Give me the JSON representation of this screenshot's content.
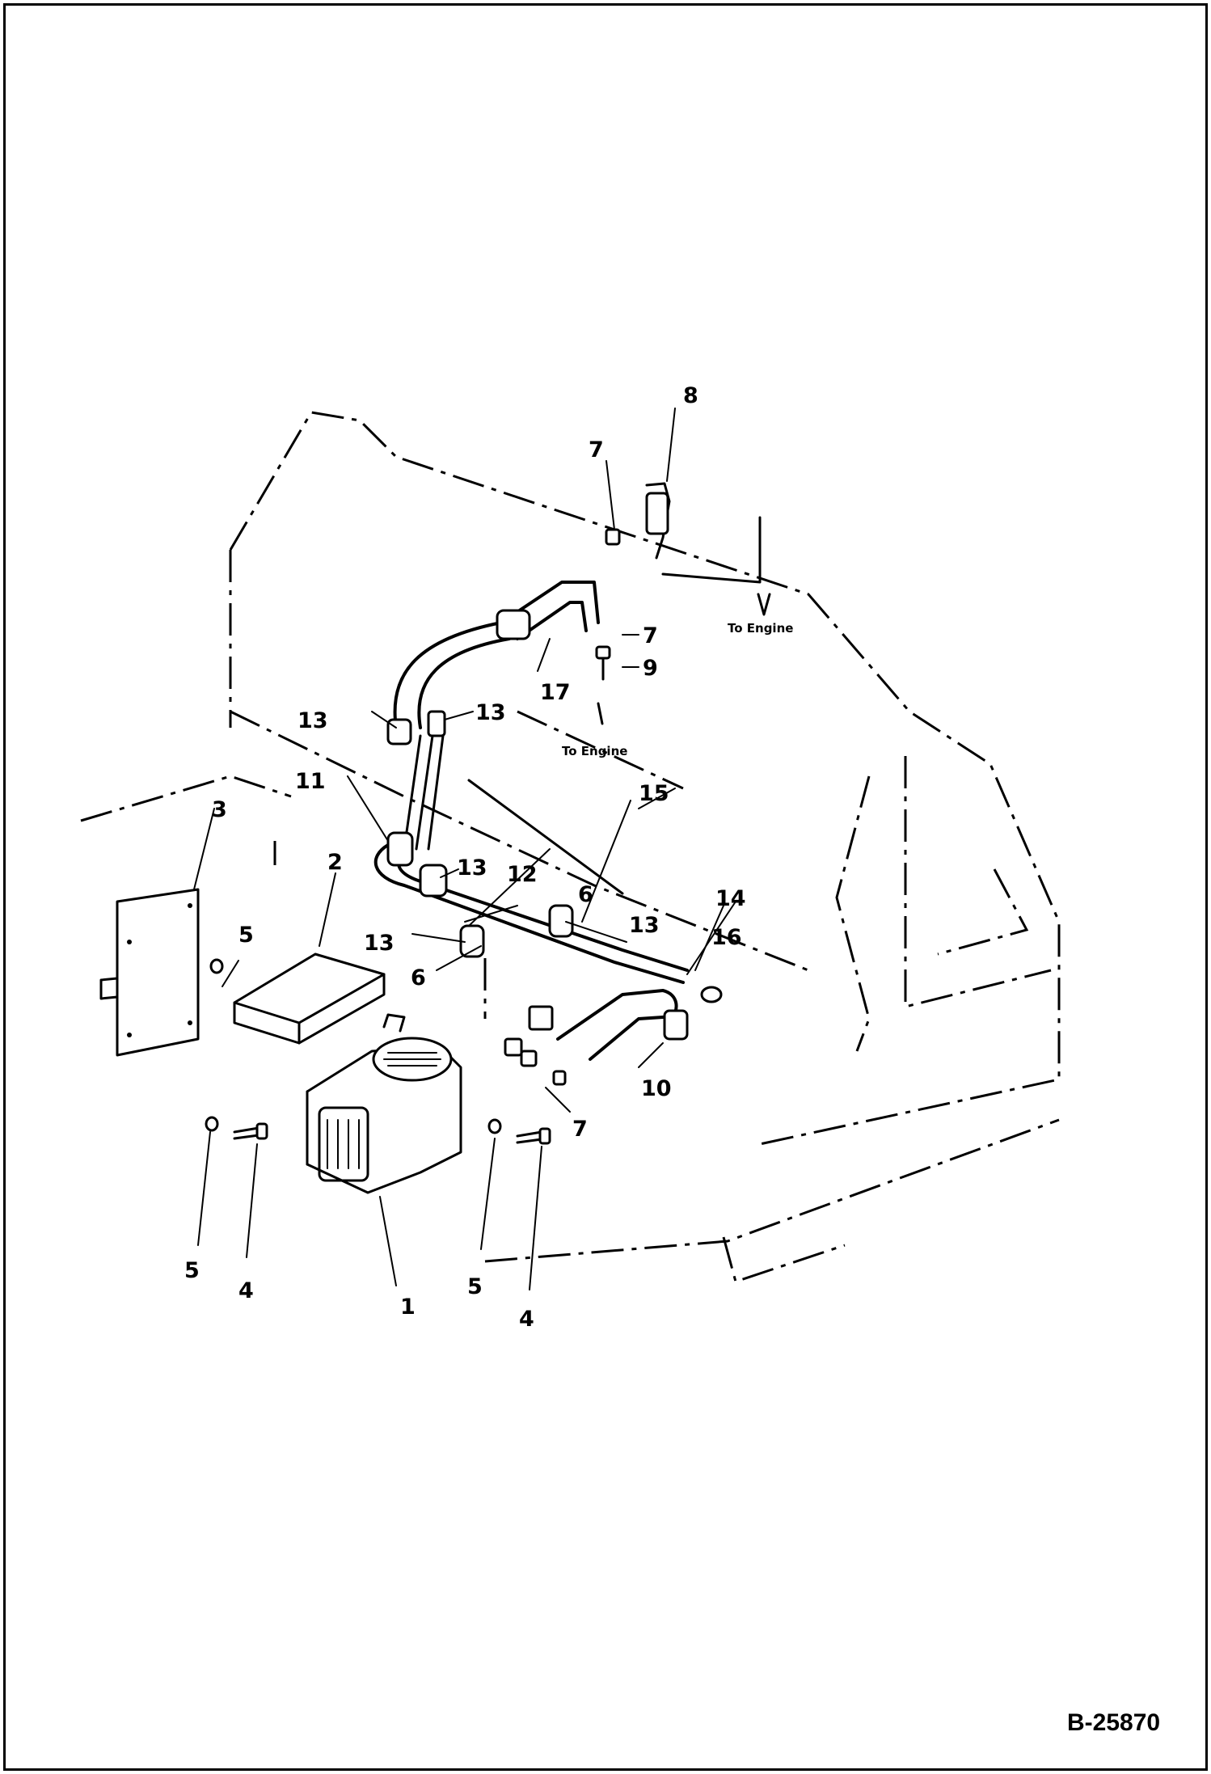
{
  "diagram": {
    "reference_code": "B-25870",
    "notes": [
      "To Engine",
      "To Engine"
    ],
    "callouts": [
      "1",
      "2",
      "3",
      "4",
      "4",
      "5",
      "5",
      "5",
      "6",
      "6",
      "7",
      "7",
      "7",
      "8",
      "9",
      "10",
      "11",
      "12",
      "13",
      "13",
      "13",
      "13",
      "13",
      "14",
      "15",
      "16",
      "17"
    ]
  }
}
